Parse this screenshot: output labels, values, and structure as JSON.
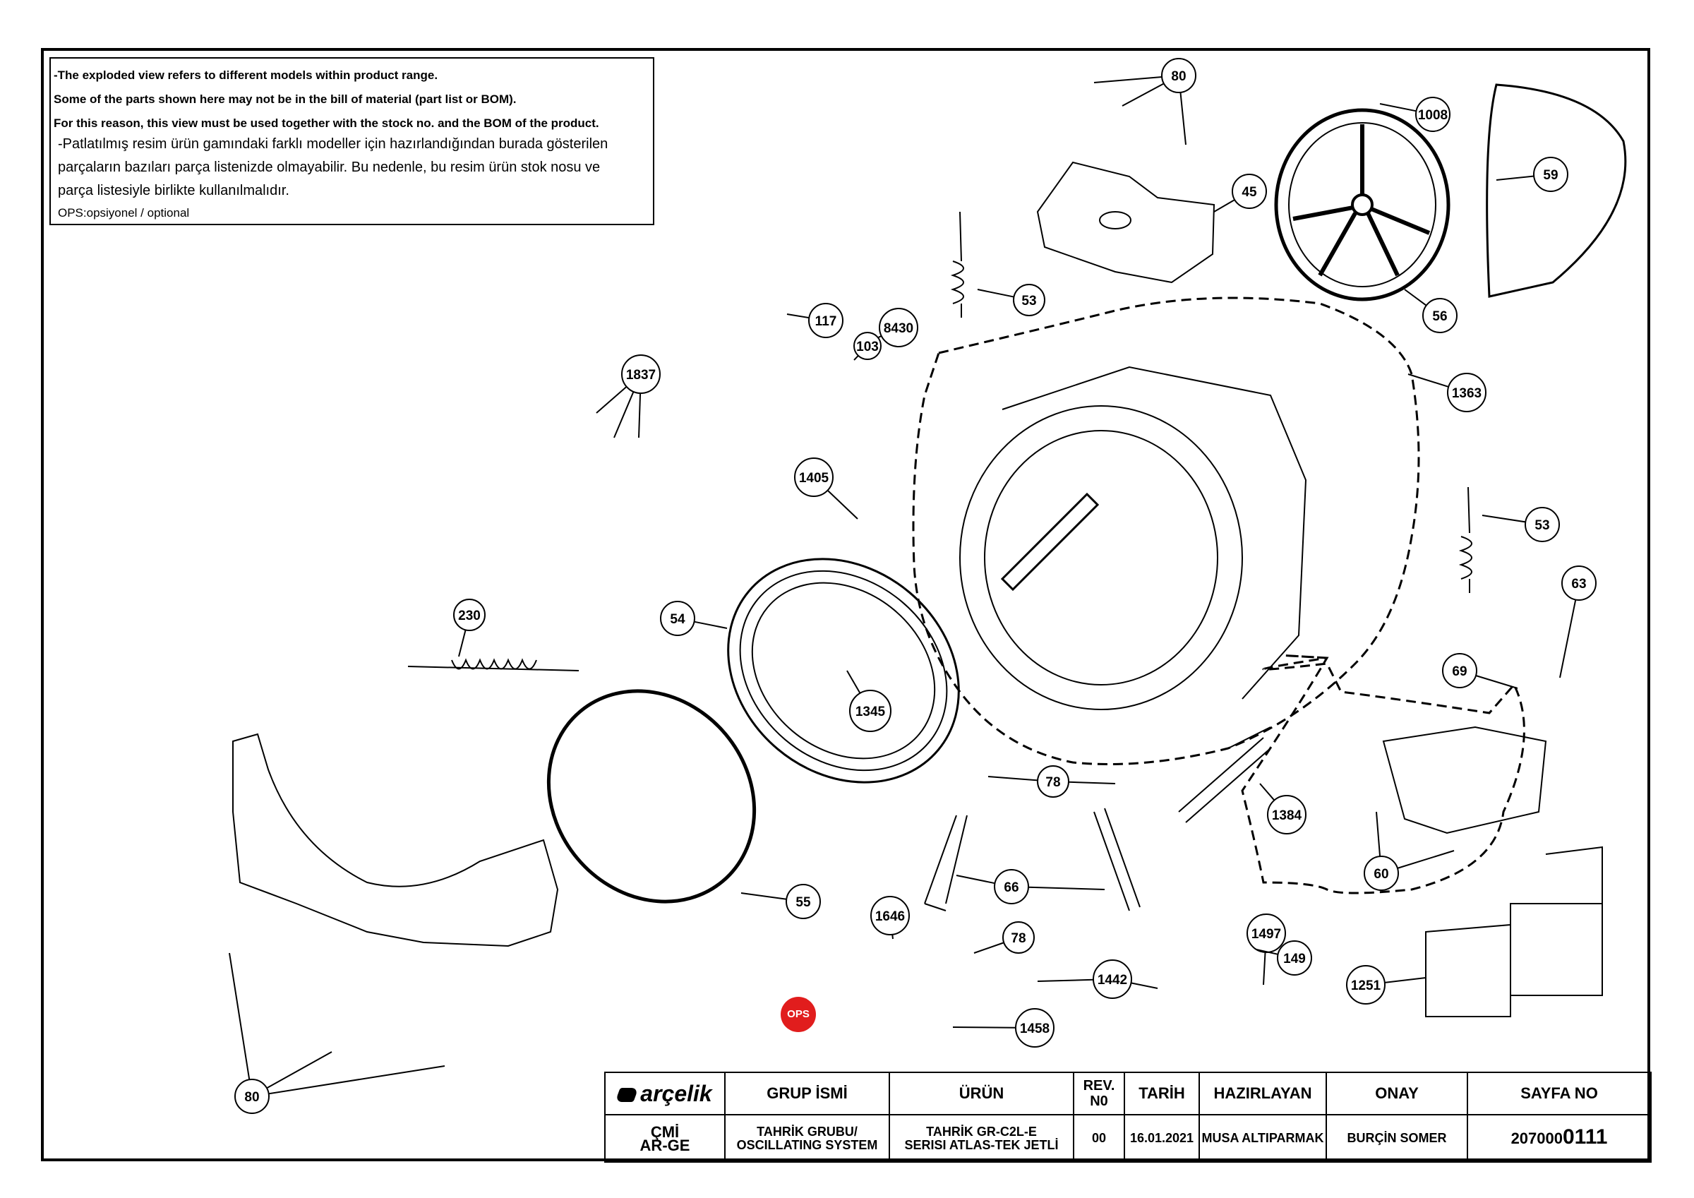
{
  "notes": {
    "line1": "-The exploded view refers to different models within product range.",
    "line2": "Some of the parts shown here may not be in the bill of material (part list or BOM).",
    "line3": "For this reason, this view must be used together with the stock no. and the BOM of the product.",
    "line4": "-Patlatılmış resim ürün gamındaki farklı modeller için hazırlandığından burada gösterilen",
    "line5": "parçaların bazıları parça listenizde olmayabilir. Bu nedenle, bu resim ürün stok nosu ve",
    "line6": "parça listesiyle birlikte kullanılmalıdır.",
    "line7": "OPS:opsiyonel / optional"
  },
  "callouts": [
    "80",
    "1008",
    "59",
    "45",
    "56",
    "53",
    "117",
    "8430",
    "103",
    "1837",
    "1363",
    "1405",
    "53",
    "63",
    "230",
    "54",
    "69",
    "1345",
    "78",
    "1384",
    "60",
    "66",
    "55",
    "1646",
    "78",
    "1497",
    "149",
    "1442",
    "1251",
    "1458",
    "80"
  ],
  "ops_badge": "OPS",
  "title_block": {
    "logo": "arçelik",
    "headers": {
      "group_name": "GRUP İSMİ",
      "product": "ÜRÜN",
      "rev_no": "REV. N0",
      "date": "TARİH",
      "prepared_by": "HAZIRLAYAN",
      "approval": "ONAY",
      "page_no": "SAYFA NO"
    },
    "values": {
      "dept_1": "ÇMİ",
      "dept_2": "AR-GE",
      "group_1": "TAHRİK GRUBU/",
      "group_2": "OSCILLATING SYSTEM",
      "product_1": "TAHRİK GR-C2L-E",
      "product_2": "SERISI ATLAS-TEK JETLİ",
      "rev": "00",
      "date": "16.01.2021",
      "prepared_by": "MUSA ALTIPARMAK",
      "approved_by": "BURÇİN SOMER",
      "page_prefix": "207000",
      "page_suffix": "0111"
    }
  }
}
